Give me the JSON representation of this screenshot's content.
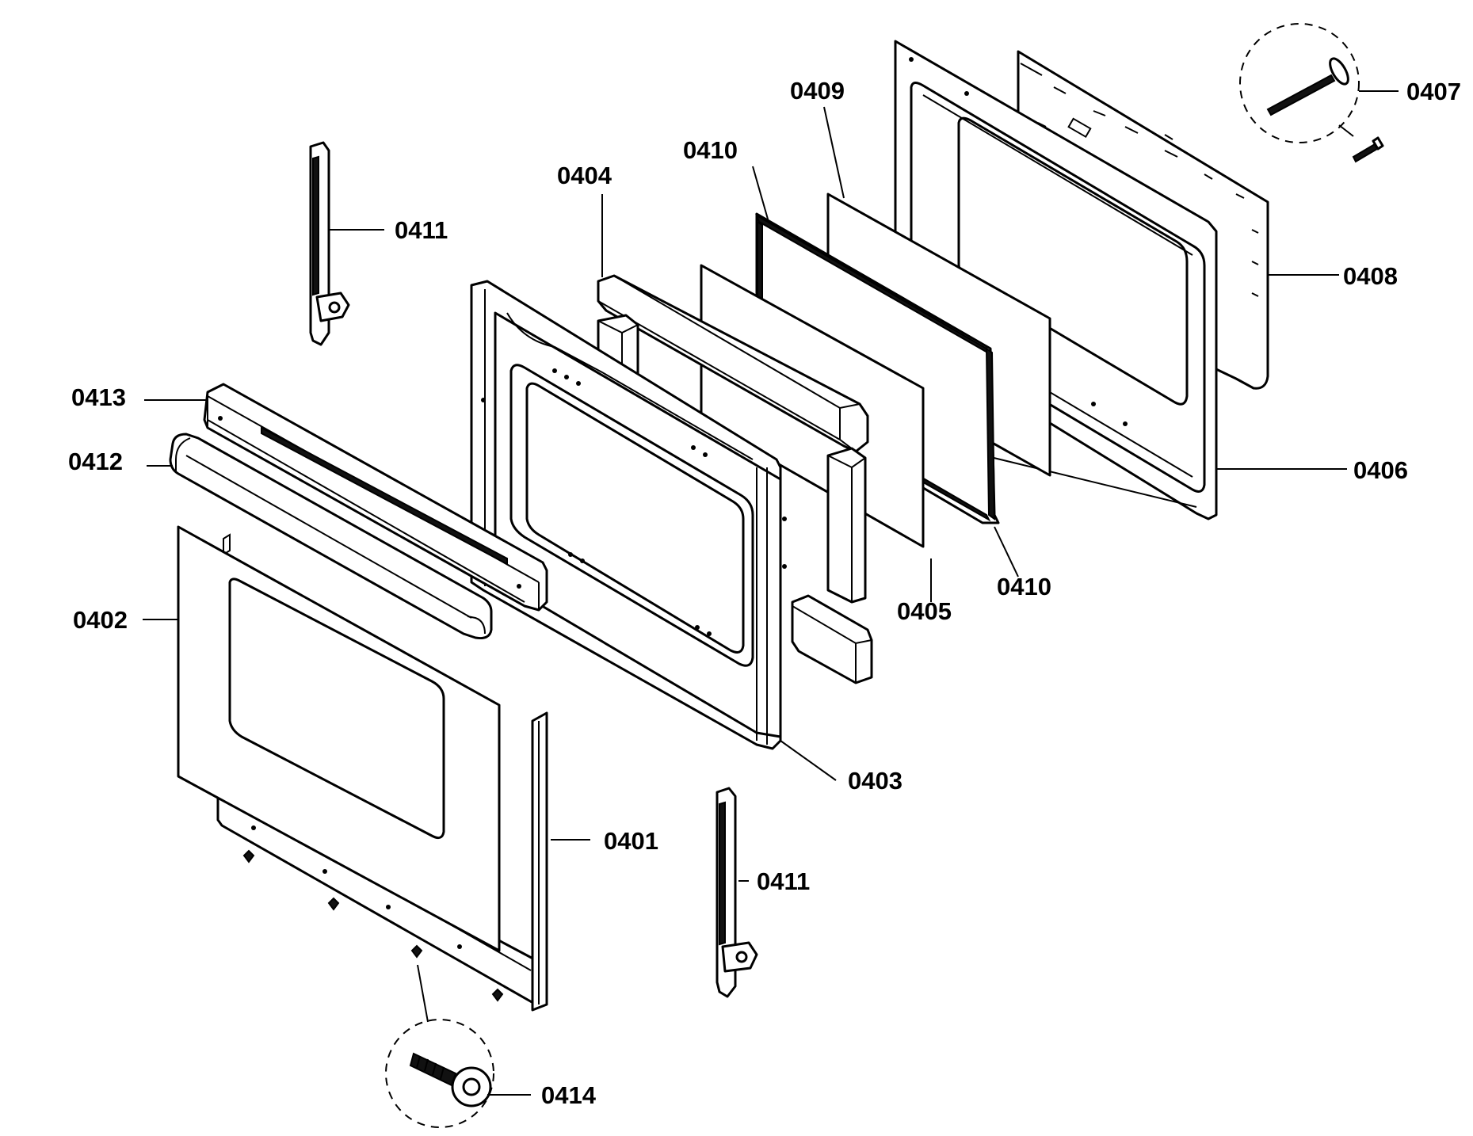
{
  "labels": {
    "p0401": "0401",
    "p0402": "0402",
    "p0403": "0403",
    "p0404": "0404",
    "p0405": "0405",
    "p0406": "0406",
    "p0407": "0407",
    "p0408": "0408",
    "p0409": "0409",
    "p0410_top": "0410",
    "p0410_bottom": "0410",
    "p0411_top": "0411",
    "p0411_bottom": "0411",
    "p0412": "0412",
    "p0413": "0413",
    "p0414": "0414"
  },
  "colors": {
    "line": "#000000",
    "background": "#ffffff"
  }
}
